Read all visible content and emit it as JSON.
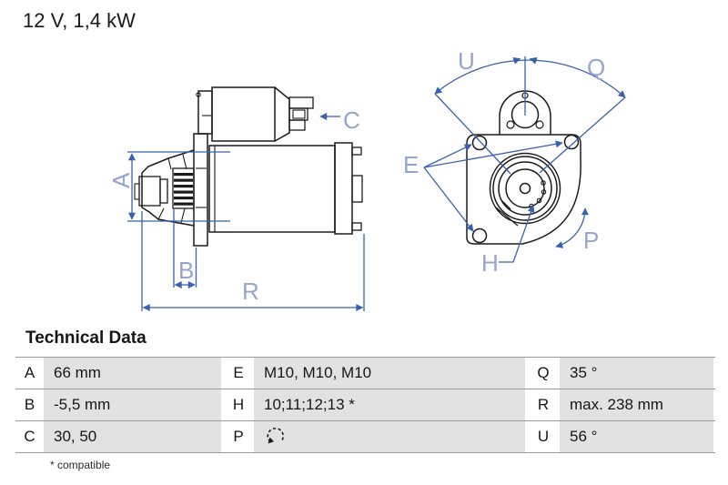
{
  "title": "12 V, 1,4 kW",
  "colors": {
    "dimension_blue": "#3a61ad",
    "label_blue": "#94a6cc",
    "part_line": "#1b1b1b",
    "table_cell_gray": "#e2e2e2"
  },
  "drawing": {
    "side_labels": {
      "a": "A",
      "b": "B",
      "c": "C",
      "r": "R"
    },
    "front_labels": {
      "u": "U",
      "q": "Q",
      "e": "E",
      "h": "H",
      "p": "P"
    }
  },
  "technical_data": {
    "heading": "Technical Data",
    "rows": [
      [
        {
          "key": "A",
          "value": "66 mm"
        },
        {
          "key": "E",
          "value": "M10, M10, M10"
        },
        {
          "key": "Q",
          "value": "35 °"
        }
      ],
      [
        {
          "key": "B",
          "value": "-5,5 mm"
        },
        {
          "key": "H",
          "value": "10;11;12;13 *"
        },
        {
          "key": "R",
          "value": "max. 238 mm"
        }
      ],
      [
        {
          "key": "C",
          "value": "30, 50"
        },
        {
          "key": "P",
          "value": "",
          "icon": "rotation-ccw-icon"
        },
        {
          "key": "U",
          "value": "56 °"
        }
      ]
    ],
    "footnote": "* compatible"
  }
}
